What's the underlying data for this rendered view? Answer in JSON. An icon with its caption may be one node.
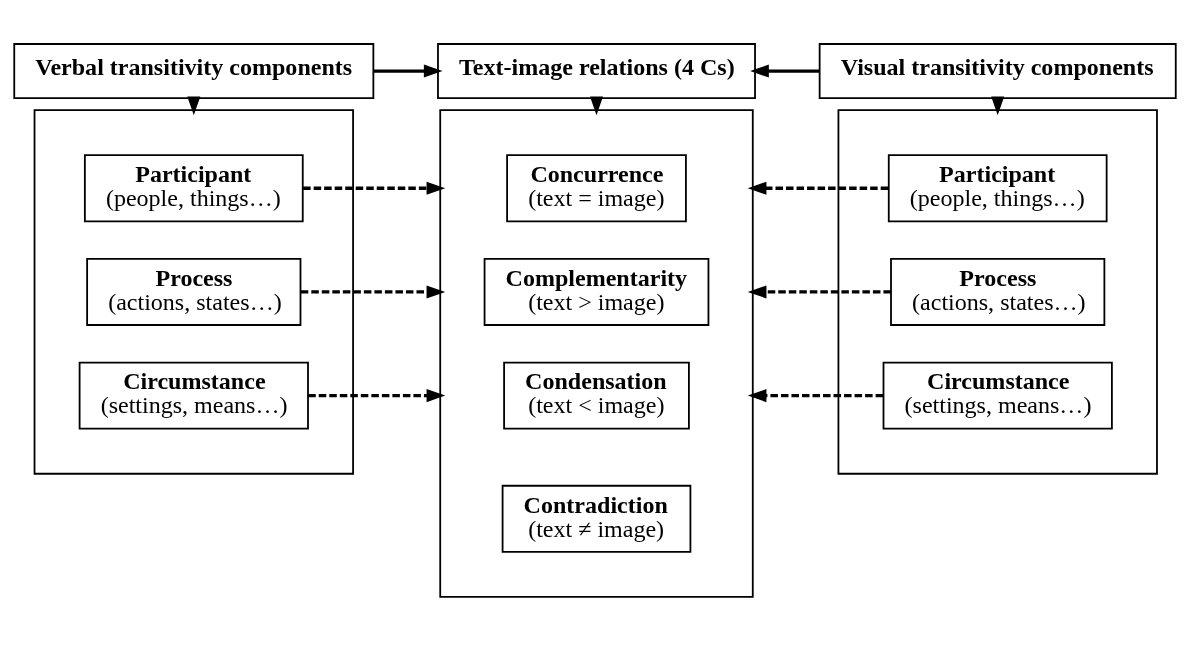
{
  "diagram": {
    "nodes": [
      {
        "text": [
          "Verbal transitivity components"
        ]
      },
      {
        "text": [
          "Text-image relations (4 Cs)"
        ]
      },
      {
        "text": [
          "Visual transitivity components"
        ]
      },
      {
        "text": [],
        "shape": "box"
      },
      {
        "text": [],
        "shape": "box"
      },
      {
        "text": [],
        "shape": "box"
      },
      {
        "text": [
          "Participant",
          "(people, things…)"
        ],
        "in": 3
      },
      {
        "text": [
          "Process",
          "(actions, states…)"
        ],
        "in": 3
      },
      {
        "text": [
          "Circumstance",
          "(settings, means…)"
        ],
        "in": 3
      },
      {
        "text": [
          "Concurrence",
          "(text = image)"
        ],
        "in": 4
      },
      {
        "text": [
          "Complementarity",
          "(text > image)"
        ],
        "in": 4
      },
      {
        "text": [
          "Condensation",
          "(text < image)"
        ],
        "in": 4
      },
      {
        "text": [
          "Contradiction",
          "(text ≠ image)"
        ],
        "in": 4
      },
      {
        "text": [
          "Participant",
          "(people, things…)"
        ],
        "in": 5
      },
      {
        "text": [
          "Process",
          "(actions, states…)"
        ],
        "in": 5
      },
      {
        "text": [
          "Circumstance",
          "(settings, means…)"
        ],
        "in": 5
      }
    ],
    "edges": [
      {
        "from": 0,
        "to": 1,
        "arrow": "to"
      },
      {
        "from": 2,
        "to": 1,
        "arrow": "to"
      },
      {
        "from": 0,
        "to": 3,
        "arrow": "to"
      },
      {
        "from": 1,
        "to": 4,
        "arrow": "to"
      },
      {
        "from": 2,
        "to": 5,
        "arrow": "to"
      },
      {
        "from": 6,
        "to": 4,
        "arrow": "to",
        "style": "dashed"
      },
      {
        "from": 7,
        "to": 4,
        "arrow": "to",
        "style": "dashed"
      },
      {
        "from": 8,
        "to": 4,
        "arrow": "to",
        "style": "dashed"
      },
      {
        "from": 13,
        "to": 4,
        "arrow": "to",
        "style": "dashed"
      },
      {
        "from": 14,
        "to": 4,
        "arrow": "to",
        "style": "dashed"
      },
      {
        "from": 15,
        "to": 4,
        "arrow": "to",
        "style": "dashed"
      }
    ]
  }
}
